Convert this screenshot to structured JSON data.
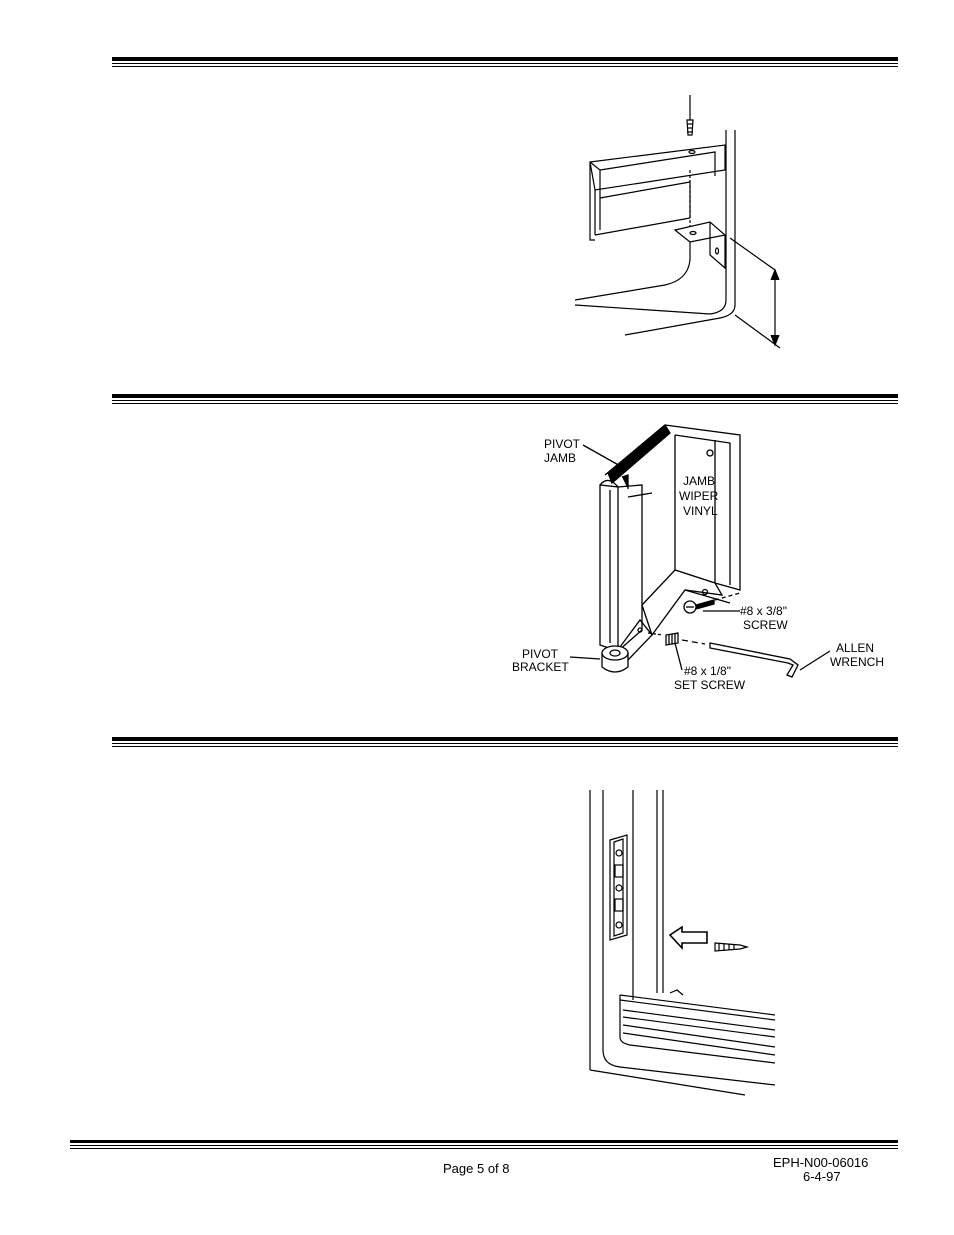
{
  "figure2": {
    "labels": {
      "pivot_jamb_1": "PIVOT",
      "pivot_jamb_2": "JAMB",
      "jamb_wiper_1": "JAMB",
      "jamb_wiper_2": "WIPER",
      "jamb_wiper_3": "VINYL",
      "screw_1": "#8 x 3/8\"",
      "screw_2": "SCREW",
      "allen_1": "ALLEN",
      "allen_2": "WRENCH",
      "bracket_1": "PIVOT",
      "bracket_2": "BRACKET",
      "set_screw_1": "#8 x 1/8\"",
      "set_screw_2": "SET SCREW"
    }
  },
  "footer": {
    "page": "Page 5 of 8",
    "doc_id": "EPH-N00-06016",
    "date": "6-4-97"
  }
}
